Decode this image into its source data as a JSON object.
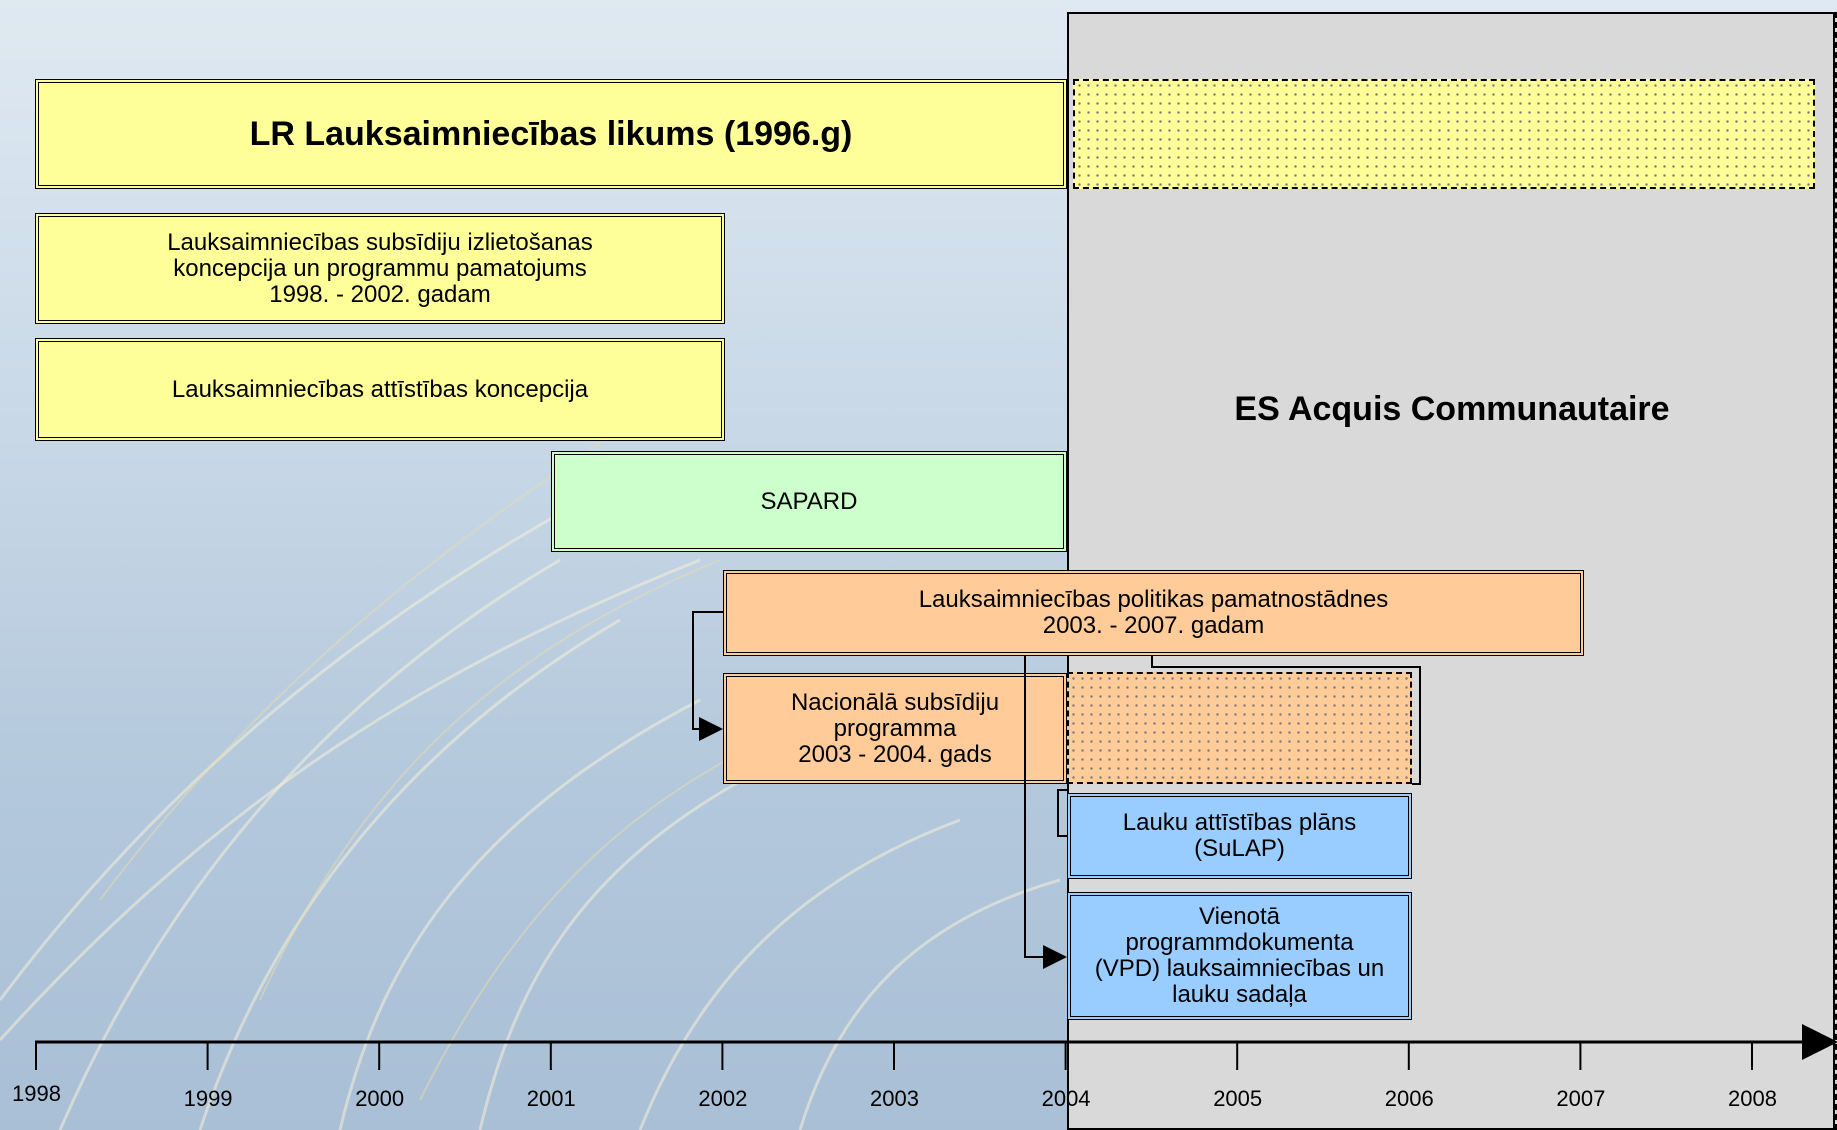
{
  "es_panel": {
    "label": "ES Acquis Communautaire"
  },
  "boxes": {
    "law": "LR Lauksaimniecības likums (1996.g)",
    "subsidy_concept": "Lauksaimniecības subsīdiju izlietošanas\nkoncepcija un programmu pamatojums\n1998. - 2002. gadam",
    "dev_concept": "Lauksaimniecības attīstības koncepcija",
    "sapard": "SAPARD",
    "policy": "Lauksaimniecības politikas pamatnostādnes\n2003. - 2007. gadam",
    "national_subsidy": "Nacionālā subsīdiju\nprogramma\n2003 - 2004. gads",
    "rural_plan": "Lauku attīstības plāns\n(SuLAP)",
    "vpd": "Vienotā\nprogrammdokumenta\n(VPD) lauksaimniecības un\nlauku sadaļa"
  },
  "axis": {
    "years": [
      "1998",
      "1999",
      "2000",
      "2001",
      "2002",
      "2003",
      "2004",
      "2005",
      "2006",
      "2007",
      "2008"
    ]
  },
  "colors": {
    "yellow": "#ffff99",
    "green": "#ccffcc",
    "orange": "#ffcc99",
    "blue": "#99ccff",
    "es_panel": "#d9d9d9"
  }
}
